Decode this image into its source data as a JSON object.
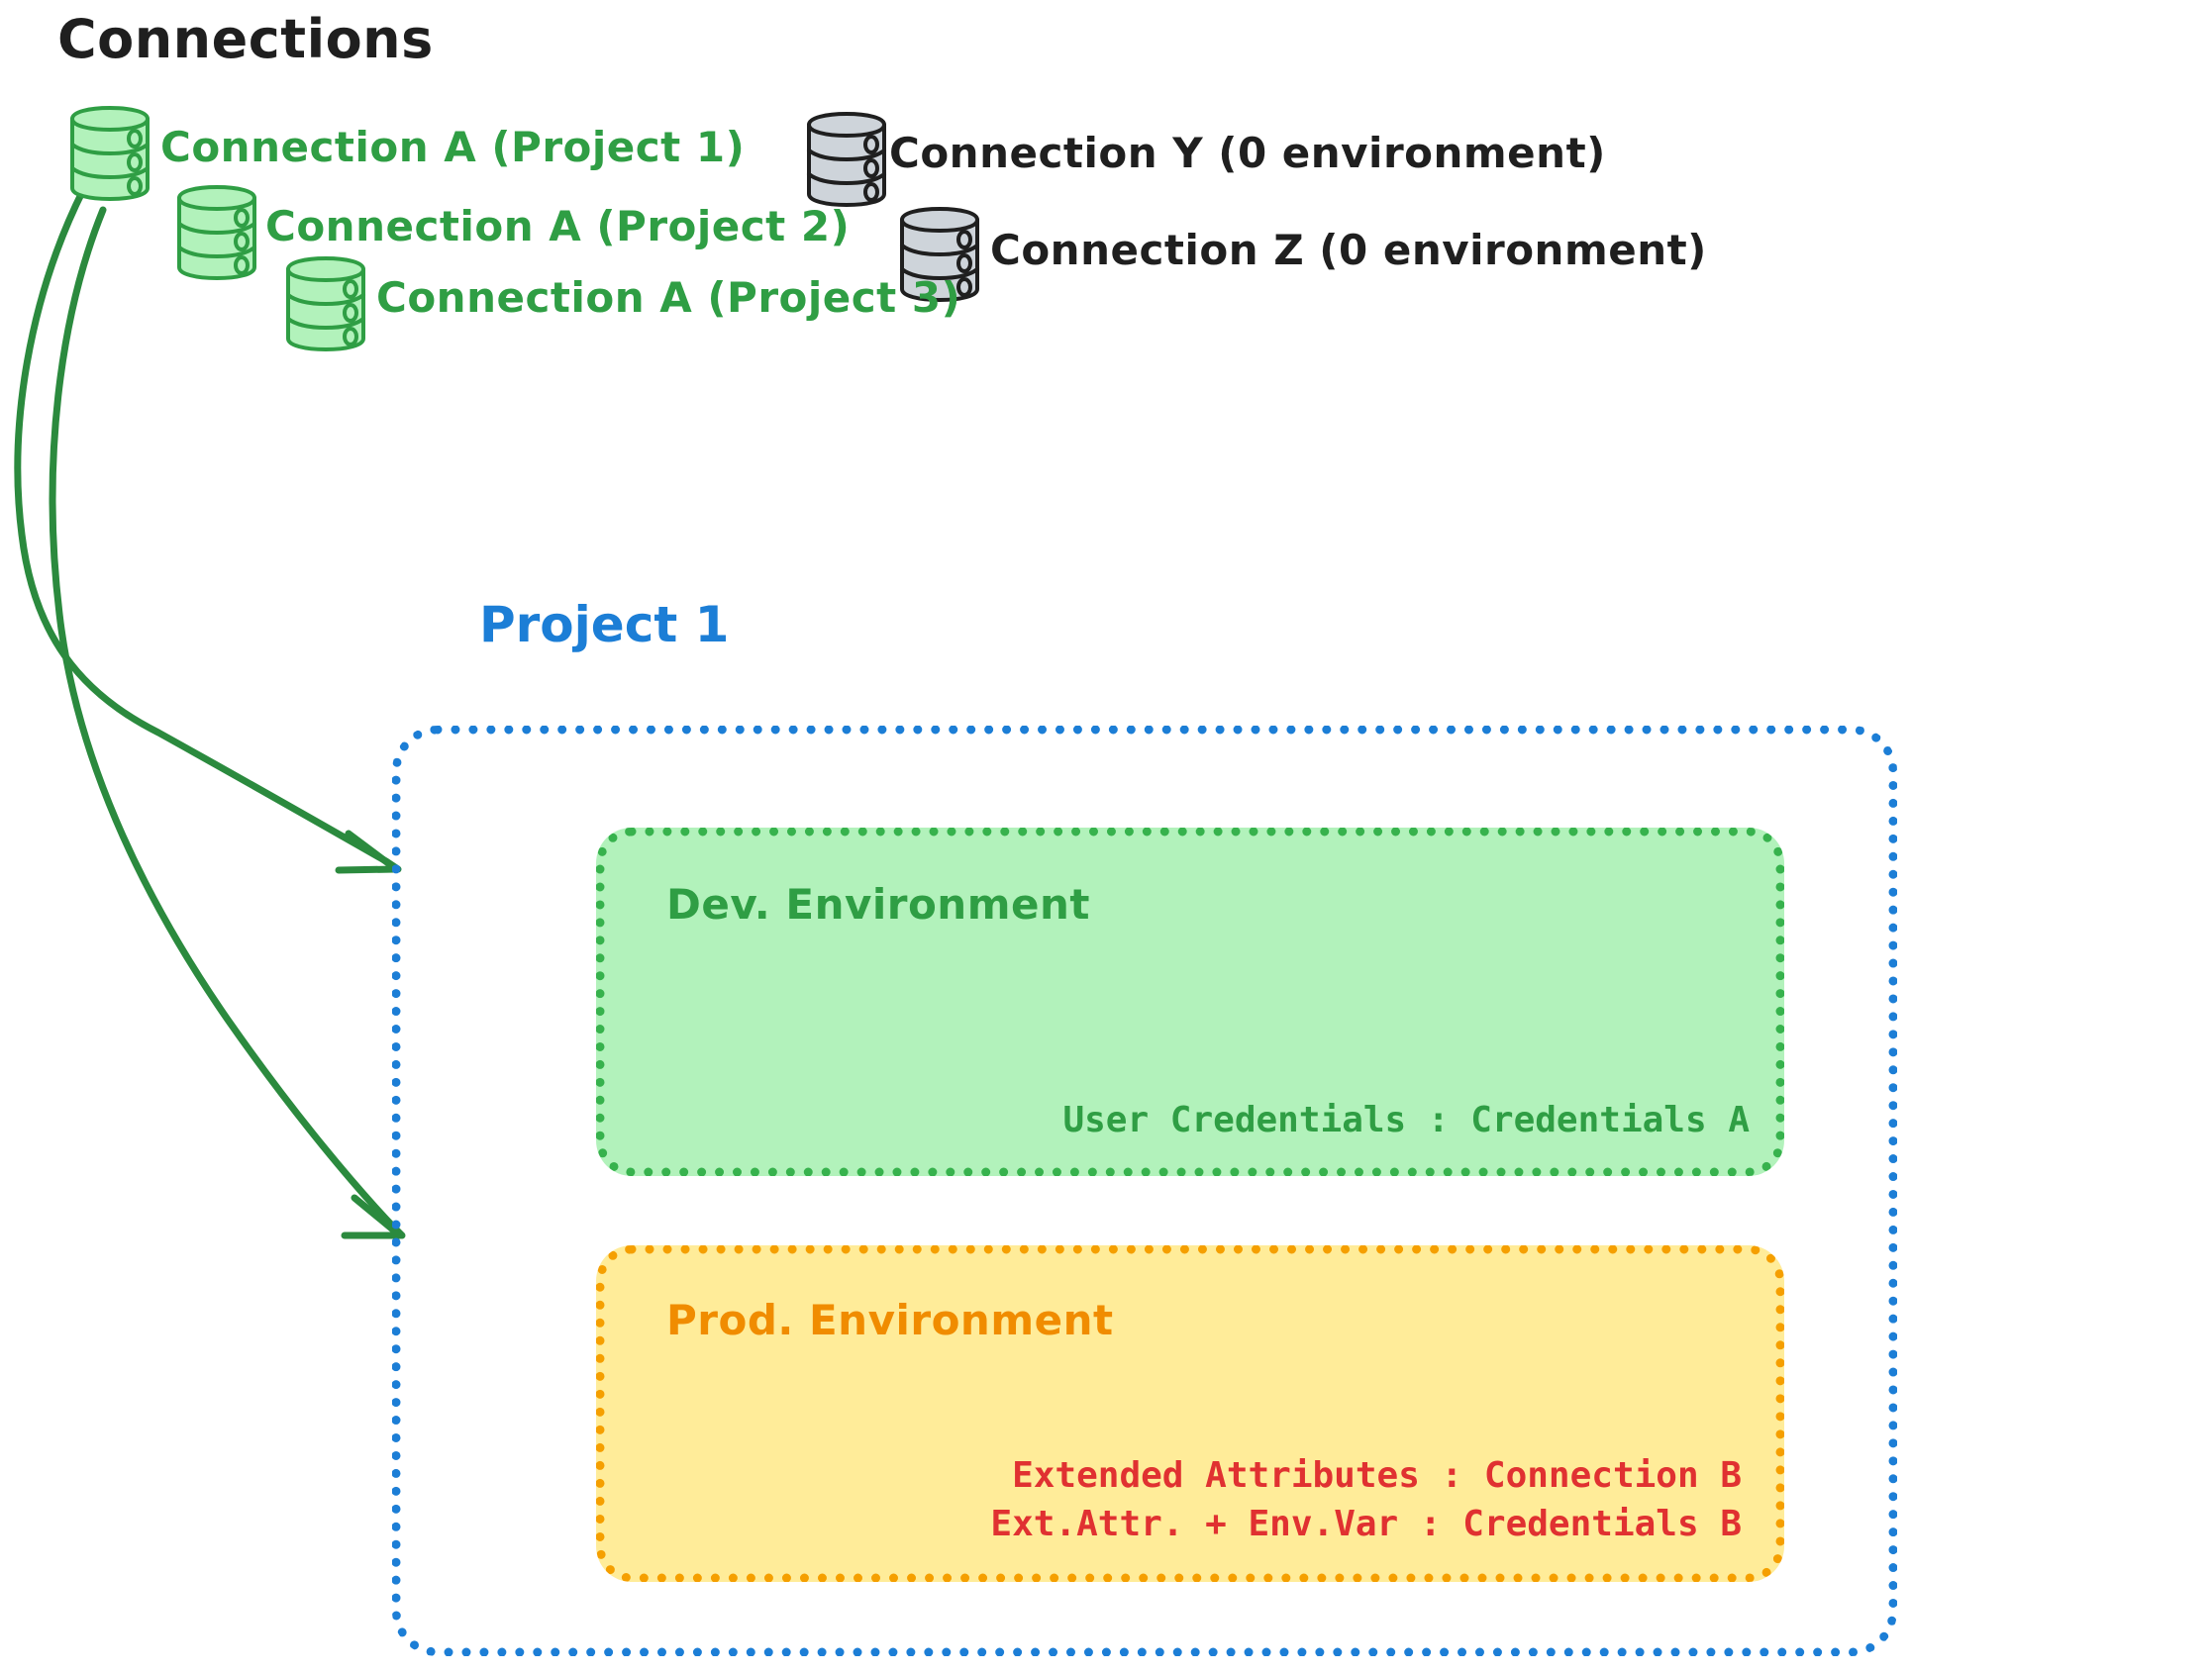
{
  "page": {
    "title": "Connections",
    "background": "#ffffff"
  },
  "colors": {
    "green_stroke": "#2f9e44",
    "green_fill": "#b2f2bb",
    "gray_stroke": "#1f1f1f",
    "gray_fill": "#ced4da",
    "blue": "#1c7ed6",
    "orange_stroke": "#f59f00",
    "orange_fill": "#ffec99",
    "orange_text": "#f08c00",
    "red_text": "#e03131",
    "dark_text": "#1f1f1f",
    "arrow_green": "#2b8a3e"
  },
  "connections": {
    "heading": "Connections",
    "items": [
      {
        "id": "conn-a-project-1",
        "label": "Connection A (Project 1)",
        "color": "green",
        "db_icon": "database-cylinder-green"
      },
      {
        "id": "conn-a-project-2",
        "label": "Connection A (Project 2)",
        "color": "green",
        "db_icon": "database-cylinder-green"
      },
      {
        "id": "conn-a-project-3",
        "label": "Connection A (Project 3)",
        "color": "green",
        "db_icon": "database-cylinder-green"
      },
      {
        "id": "conn-y",
        "label": "Connection Y (0 environment)",
        "color": "dark",
        "db_icon": "database-cylinder-gray"
      },
      {
        "id": "conn-z",
        "label": "Connection Z (0 environment)",
        "color": "dark",
        "db_icon": "database-cylinder-gray"
      }
    ]
  },
  "project": {
    "label": "Project 1",
    "environments": [
      {
        "id": "dev",
        "title": "Dev. Environment",
        "lines": [
          "User Credentials : Credentials A"
        ]
      },
      {
        "id": "prod",
        "title": "Prod. Environment",
        "lines": [
          "Extended Attributes : Connection B",
          "Ext.Attr. + Env.Var : Credentials B"
        ]
      }
    ]
  },
  "arrows": [
    {
      "id": "arrow-conn-a-to-dev",
      "from": "conn-a-project-1",
      "to": "dev"
    },
    {
      "id": "arrow-conn-a-to-prod",
      "from": "conn-a-project-1",
      "to": "prod"
    }
  ],
  "dev_lines_text": "User Credentials : Credentials A",
  "prod_lines_text": "Extended Attributes : Connection B\nExt.Attr. + Env.Var : Credentials B"
}
